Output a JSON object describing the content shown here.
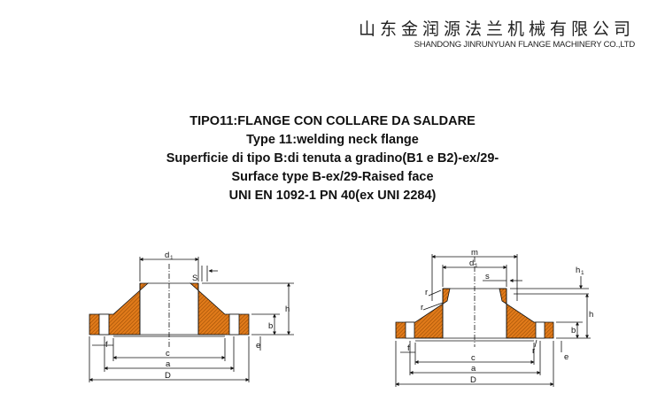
{
  "header": {
    "company_cn": "山东金润源法兰机械有限公司",
    "company_en": "SHANDONG JINRUNYUAN FLANGE MACHINERY CO.,LTD"
  },
  "titles": {
    "line1": "TIPO11:FLANGE CON COLLARE DA SALDARE",
    "line2": "Type 11:welding neck flange",
    "line3": "Superficie di tipo B:di tenuta a gradino(B1 e B2)-ex/29-",
    "line4": "Surface type B-ex/29-Raised face",
    "line5": "UNI EN 1092-1 PN 40(ex UNI 2284)"
  },
  "colors": {
    "hatch_fill": "#e07a1a",
    "hatch_line": "#7a3a00",
    "line": "#111111"
  },
  "left_drawing": {
    "labels": {
      "d1": "d",
      "d1_sub": "1",
      "s": "S",
      "h": "h",
      "b": "b",
      "e": "e",
      "f": "f",
      "c": "c",
      "a": "a",
      "D": "D"
    }
  },
  "right_drawing": {
    "labels": {
      "m": "m",
      "d1": "d",
      "d1_sub": "1",
      "s": "s",
      "h1": "h",
      "h1_sub": "1",
      "h": "h",
      "b": "b",
      "e": "e",
      "r": "r",
      "f": "f",
      "c": "c",
      "a": "a",
      "D": "D"
    }
  }
}
